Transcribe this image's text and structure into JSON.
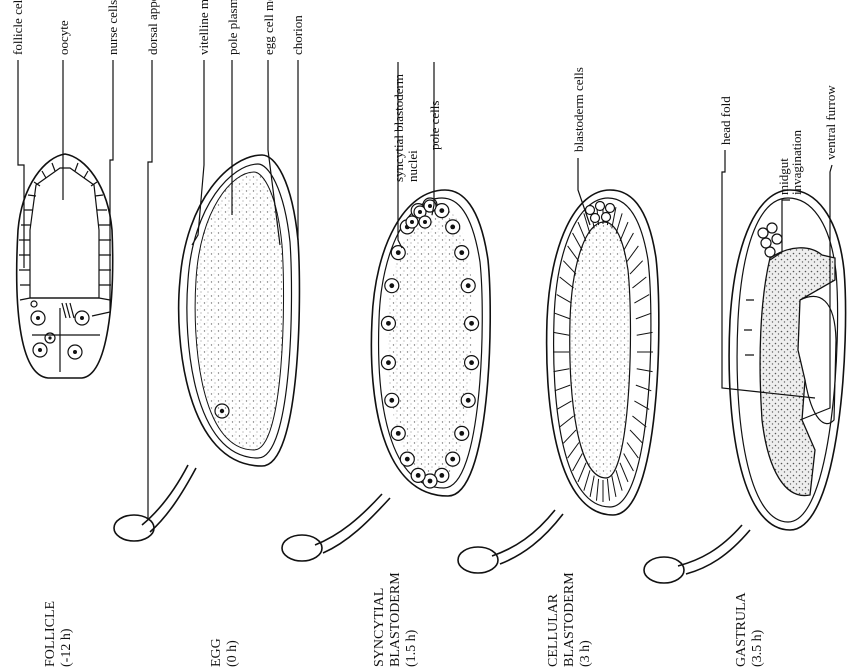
{
  "stages": [
    {
      "name": "FOLLICLE",
      "time": "(-12 h)"
    },
    {
      "name": "EGG",
      "time": "(0 h)"
    },
    {
      "name": "SYNCYTIAL BLASTODERM",
      "line1": "SYNCYTIAL",
      "line2": "BLASTODERM",
      "time": "(1.5 h)"
    },
    {
      "name": "CELLULAR BLASTODERM",
      "line1": "CELLULAR",
      "line2": "BLASTODERM",
      "time": "(3 h)"
    },
    {
      "name": "GASTRULA",
      "time": "(3.5 h)"
    }
  ],
  "labels": {
    "follicle_cells": "follicle cells",
    "oocyte": "oocyte",
    "nurse_cells": "nurse cells",
    "dorsal_appendage": "dorsal appendage",
    "vitelline_membrane": "vitelline membrane",
    "pole_plasm": "pole plasm",
    "egg_cell_membrane": "egg cell membrane",
    "chorion": "chorion",
    "syncytial_blastoderm_nuclei_1": "syncytial blastoderm",
    "syncytial_blastoderm_nuclei_2": "nuclei",
    "pole_cells": "pole cells",
    "blastoderm_cells": "blastoderm cells",
    "head_fold": "head fold",
    "midgut_invagination_1": "midgut",
    "midgut_invagination_2": "invagination",
    "ventral_furrow": "ventral furrow"
  }
}
